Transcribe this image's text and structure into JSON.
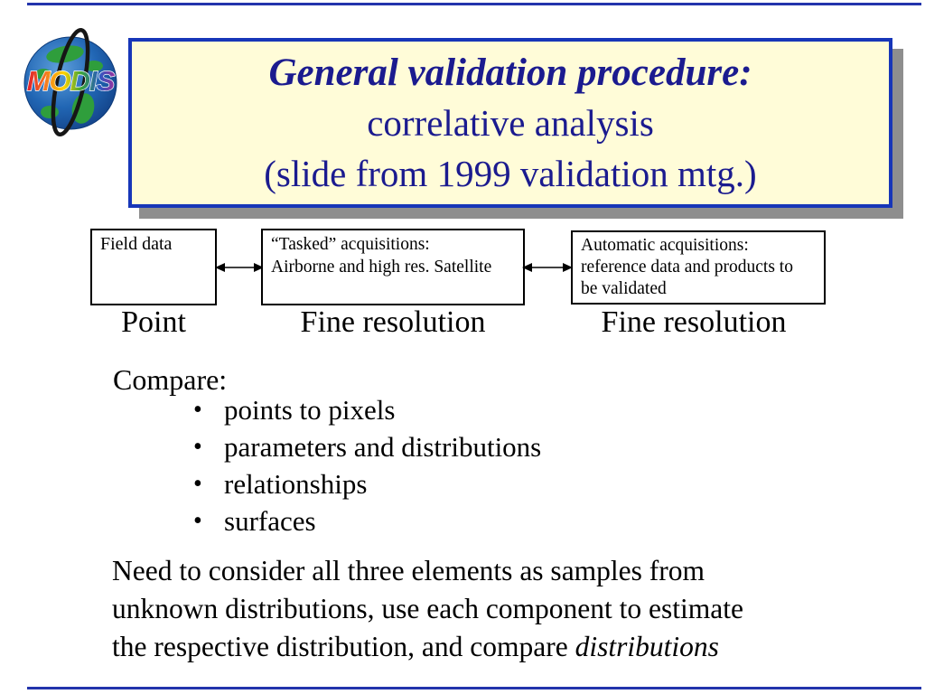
{
  "slide": {
    "logo": {
      "text": "MODIS"
    },
    "title": {
      "line1": "General validation procedure:",
      "line2": "correlative analysis",
      "line3": "(slide from 1999 validation mtg.)"
    },
    "flow": {
      "boxes": [
        {
          "lines": [
            "Field data"
          ],
          "label": "Point"
        },
        {
          "lines": [
            "“Tasked” acquisitions:",
            "Airborne and high res. Satellite"
          ],
          "label": "Fine resolution"
        },
        {
          "lines": [
            "Automatic acquisitions:",
            "reference data and products to",
            "be validated"
          ],
          "label": "Fine resolution"
        }
      ]
    },
    "compare": {
      "heading": "Compare:",
      "bullet_glyph": "•",
      "bullets": [
        "points to pixels",
        "parameters and distributions",
        "relationships",
        "surfaces"
      ]
    },
    "paragraph": {
      "line1": "Need to consider all three elements as samples from",
      "line2": "unknown distributions, use each component to estimate",
      "line3": "the respective distribution, and compare ",
      "line3_italic": "distributions"
    },
    "colors": {
      "title_bg": "#fffcd8",
      "title_border": "#1736b8",
      "title_text": "#1b1b8f",
      "shadow": "#8e8e8e",
      "frame_line": "#2334ac"
    }
  }
}
